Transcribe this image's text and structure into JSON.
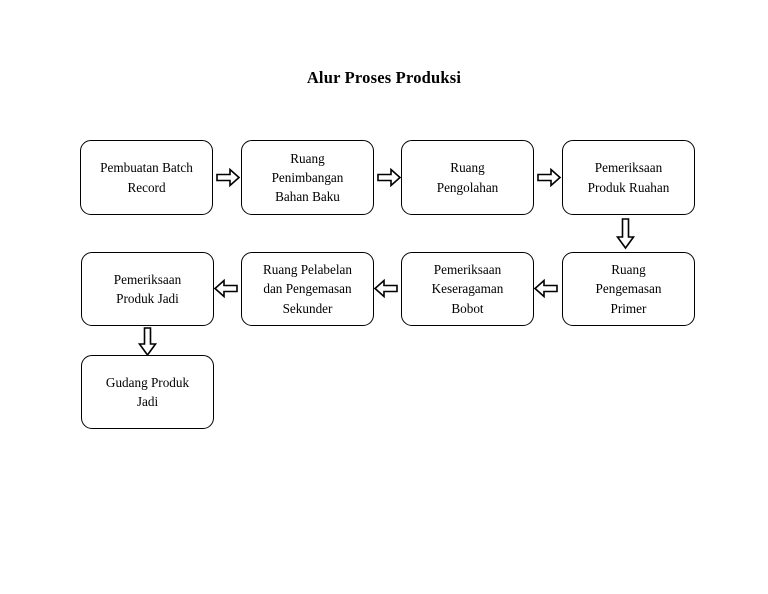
{
  "page": {
    "background_color": "#ffffff",
    "text_color": "#000000",
    "title": "Alur Proses Produksi"
  },
  "chart_data": {
    "type": "diagram",
    "diagram_type": "flowchart",
    "title": "Alur Proses Produksi",
    "orientation": "serpentine-horizontal",
    "node_shape": "rounded-rectangle",
    "arrow_style": "hollow-block-arrow",
    "nodes": [
      {
        "id": "n1",
        "label": "Pembuatan Batch\nRecord",
        "row": 1,
        "col": 1
      },
      {
        "id": "n2",
        "label": "Ruang\nPenimbangan\nBahan Baku",
        "row": 1,
        "col": 2
      },
      {
        "id": "n3",
        "label": "Ruang\nPengolahan",
        "row": 1,
        "col": 3
      },
      {
        "id": "n4",
        "label": "Pemeriksaan\nProduk Ruahan",
        "row": 1,
        "col": 4
      },
      {
        "id": "n5",
        "label": "Ruang\nPengemasan\nPrimer",
        "row": 2,
        "col": 4
      },
      {
        "id": "n6",
        "label": "Pemeriksaan\nKeseragaman\nBobot",
        "row": 2,
        "col": 3
      },
      {
        "id": "n7",
        "label": "Ruang Pelabelan\ndan Pengemasan\nSekunder",
        "row": 2,
        "col": 2
      },
      {
        "id": "n8",
        "label": "Pemeriksaan\nProduk Jadi",
        "row": 2,
        "col": 1
      },
      {
        "id": "n9",
        "label": "Gudang Produk\nJadi",
        "row": 3,
        "col": 1
      }
    ],
    "edges": [
      {
        "from": "n1",
        "to": "n2",
        "direction": "right"
      },
      {
        "from": "n2",
        "to": "n3",
        "direction": "right"
      },
      {
        "from": "n3",
        "to": "n4",
        "direction": "right"
      },
      {
        "from": "n4",
        "to": "n5",
        "direction": "down"
      },
      {
        "from": "n5",
        "to": "n6",
        "direction": "left"
      },
      {
        "from": "n6",
        "to": "n7",
        "direction": "left"
      },
      {
        "from": "n7",
        "to": "n8",
        "direction": "left"
      },
      {
        "from": "n8",
        "to": "n9",
        "direction": "down"
      }
    ]
  }
}
